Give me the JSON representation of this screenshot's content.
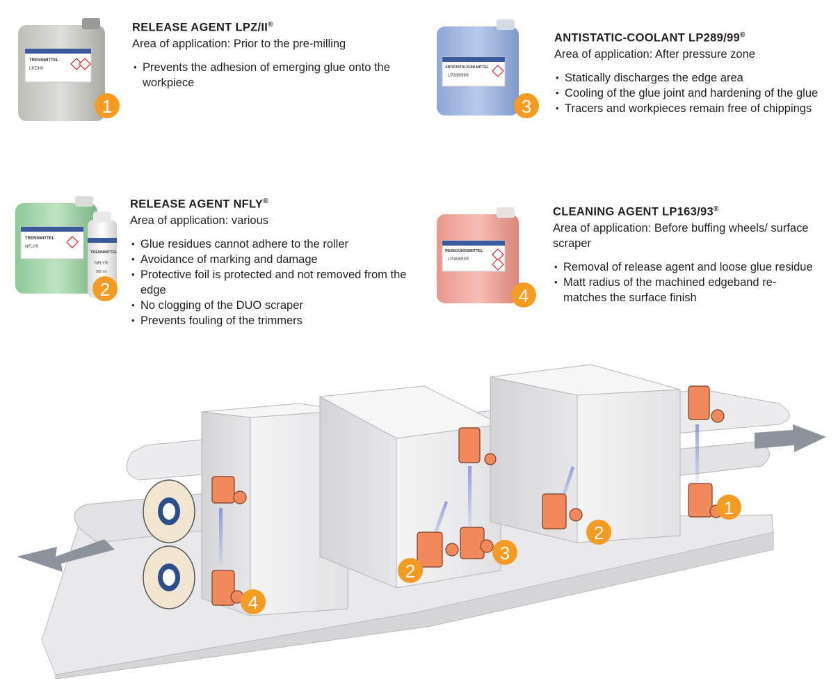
{
  "products": [
    {
      "number": "1",
      "title": "RELEASE AGENT LPZ/II",
      "title_mark": "®",
      "area": "Area of application: Prior to the pre-milling",
      "bullets": [
        "Prevents the adhesion of emerging glue onto the workpiece"
      ],
      "label_line1": "TRENNMITTEL",
      "label_line2": "LPZ/II®",
      "color": "#c9c9c4"
    },
    {
      "number": "2",
      "title": "RELEASE AGENT NFLY",
      "title_mark": "®",
      "area": "Area of application: various",
      "bullets": [
        "Glue residues cannot adhere to the roller",
        "Avoidance of marking and damage",
        "Protective foil is protected and not removed from the edge",
        "No clogging of the DUO scraper",
        "Prevents fouling of the trimmers"
      ],
      "label_line1": "TRENNMITTEL",
      "label_line2": "NFLY®",
      "can_label": "TRENNMITTEL",
      "can_sub": "NFLY®",
      "can_volume": "500 ml",
      "color": "#9fd3a6"
    },
    {
      "number": "3",
      "title": "ANTISTATIC-COOLANT LP289/99",
      "title_mark": "®",
      "area": "Area of application: After pressure zone",
      "bullets": [
        "Statically discharges the edge area",
        "Cooling of the glue joint and hardening of the glue",
        "Tracers and workpieces remain free of chippings"
      ],
      "label_line1": "ANTISTATIK-KÜHLMITTEL",
      "label_line2": "LP289/99®",
      "color": "#9fb6e0"
    },
    {
      "number": "4",
      "title": "CLEANING AGENT LP163/93",
      "title_mark": "®",
      "area": "Area of application: Before buffing wheels/ surface scraper",
      "bullets": [
        "Removal of release agent and loose glue residue",
        "Matt radius of the machined edgeband re-matches the surface finish"
      ],
      "label_line1": "REINIGUNGSMITTEL",
      "label_line2": "LP163/93®",
      "color": "#f0a59a"
    }
  ],
  "machine_badges": [
    "1",
    "2",
    "2",
    "3",
    "4"
  ],
  "colors": {
    "badge": "#f39b22",
    "nozzle": "#f08a5d",
    "machine": "#e6e6e8",
    "arrow": "#8d939c"
  }
}
